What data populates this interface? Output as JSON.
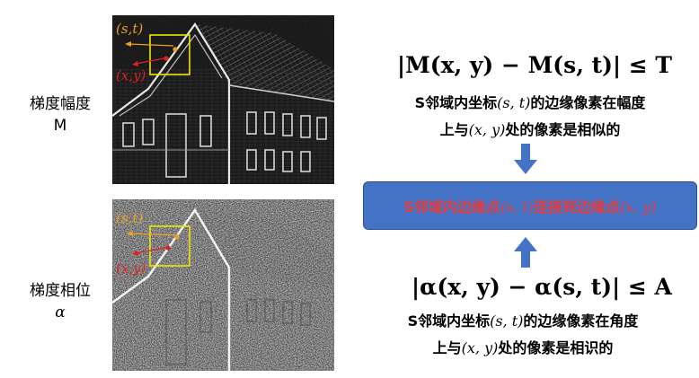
{
  "left": {
    "magnitude_label_line1": "梯度幅度",
    "magnitude_label_line2": "M",
    "phase_label_line1": "梯度相位",
    "phase_label_line2": "α"
  },
  "image_annotations": {
    "top_st": "(s,t)",
    "top_xy": "(x,y)",
    "bottom_st": "(s,t)",
    "bottom_xy": "(x,y)"
  },
  "right": {
    "magnitude_formula": "|M(x, y) − M(s, t)| ≤ T",
    "magnitude_desc_line1_a": "S邻域内坐标",
    "magnitude_desc_line1_var": "(s, t)",
    "magnitude_desc_line1_b": "的边缘像素在幅度",
    "magnitude_desc_line2_a": "上与",
    "magnitude_desc_line2_var": "(x, y)",
    "magnitude_desc_line2_b": "处的像素是相似的",
    "result_a": "S邻域内边缘点",
    "result_var1": "(s, t)",
    "result_b": "连接到边缘点",
    "result_var2": "(x, y)",
    "angle_formula": "|α(x, y) − α(s, t)| ≤ A",
    "angle_desc_line1_a": "S邻域内坐标",
    "angle_desc_line1_var": "(s, t)",
    "angle_desc_line1_b": "的边缘像素在角度",
    "angle_desc_line2_a": "上与",
    "angle_desc_line2_var": "(x, y)",
    "angle_desc_line2_b": "处的像素是相识的"
  },
  "colors": {
    "box_fill": "#4472c4",
    "result_text": "#e83a3a",
    "arrow": "#4472c4",
    "highlight_box": "#f2e600",
    "st_label": "#f0a020",
    "xy_label": "#e02020"
  }
}
